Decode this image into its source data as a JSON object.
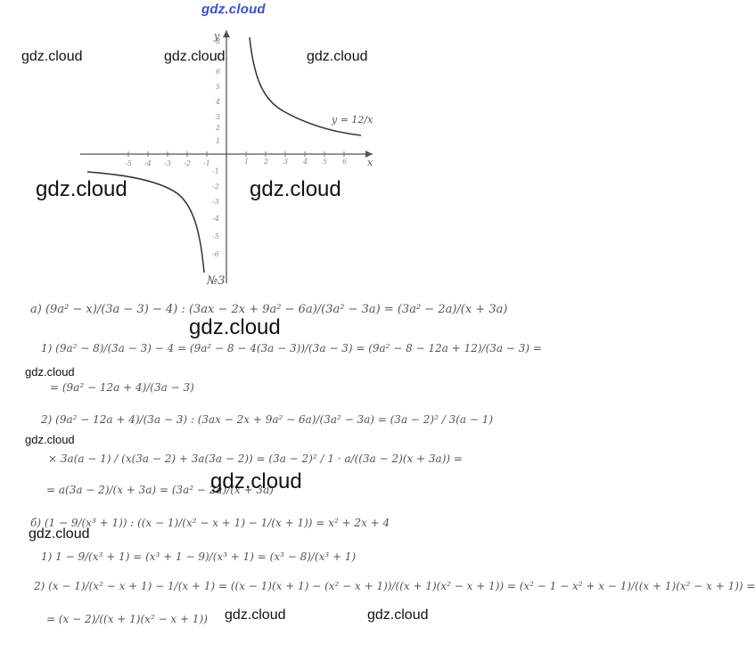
{
  "site_logo": "gdz.cloud",
  "watermarks": {
    "w1": "gdz.cloud",
    "w2": "gdz.cloud",
    "w3": "gdz.cloud",
    "w4": "gdz.cloud",
    "w5": "gdz.cloud",
    "w6": "gdz.cloud",
    "w7": "gdz.cloud",
    "w8": "gdz.cloud",
    "w9": "gdz.cloud",
    "w10": "gdz.cloud",
    "w11": "gdz.cloud",
    "w12": "gdz.cloud"
  },
  "graph": {
    "y_axis_label": "y",
    "x_axis_label": "x",
    "function_label": "y = 12/x",
    "x_ticks": [
      "-5",
      "-4",
      "-3",
      "-2",
      "-1",
      "1",
      "2",
      "3",
      "4",
      "5",
      "6"
    ],
    "y_ticks": [
      "8",
      "7",
      "6",
      "5",
      "4",
      "3",
      "2",
      "1",
      "-1",
      "-2",
      "-3",
      "-4",
      "-5",
      "-6"
    ]
  },
  "problem_number": "№3",
  "handwriting": {
    "l1": "a) (9a² − x)/(3a − 3) − 4) : (3ax − 2x + 9a² − 6a)/(3a² − 3a) = (3a² − 2a)/(x + 3a)",
    "l2": "1) (9a² − 8)/(3a − 3) − 4 = (9a² − 8 − 4(3a − 3))/(3a − 3) = (9a² − 8 − 12a + 12)/(3a − 3) =",
    "l3": "= (9a² − 12a + 4)/(3a − 3)",
    "l4": "2) (9a² − 12a + 4)/(3a − 3) : (3ax − 2x + 9a² − 6a)/(3a² − 3a) = (3a − 2)² / 3(a − 1)",
    "l5": "× 3a(a − 1) / (x(3a − 2) + 3a(3a − 2)) = (3a − 2)² / 1 · a/((3a − 2)(x + 3a)) =",
    "l6": "= a(3a − 2)/(x + 3a) = (3a² − 2a)/(x + 3a)",
    "l7": "б) (1 − 9/(x³ + 1)) : ((x − 1)/(x² − x + 1) − 1/(x + 1)) = x² + 2x + 4",
    "l8": "1) 1 − 9/(x³ + 1) = (x³ + 1 − 9)/(x³ + 1) = (x³ − 8)/(x³ + 1)",
    "l9": "2) (x − 1)/(x² − x + 1) − 1/(x + 1) = ((x − 1)(x + 1) − (x² − x + 1))/((x + 1)(x² − x + 1)) = (x² − 1 − x² + x − 1)/((x + 1)(x² − x + 1)) =",
    "l10": "= (x − 2)/((x + 1)(x² − x + 1))"
  }
}
